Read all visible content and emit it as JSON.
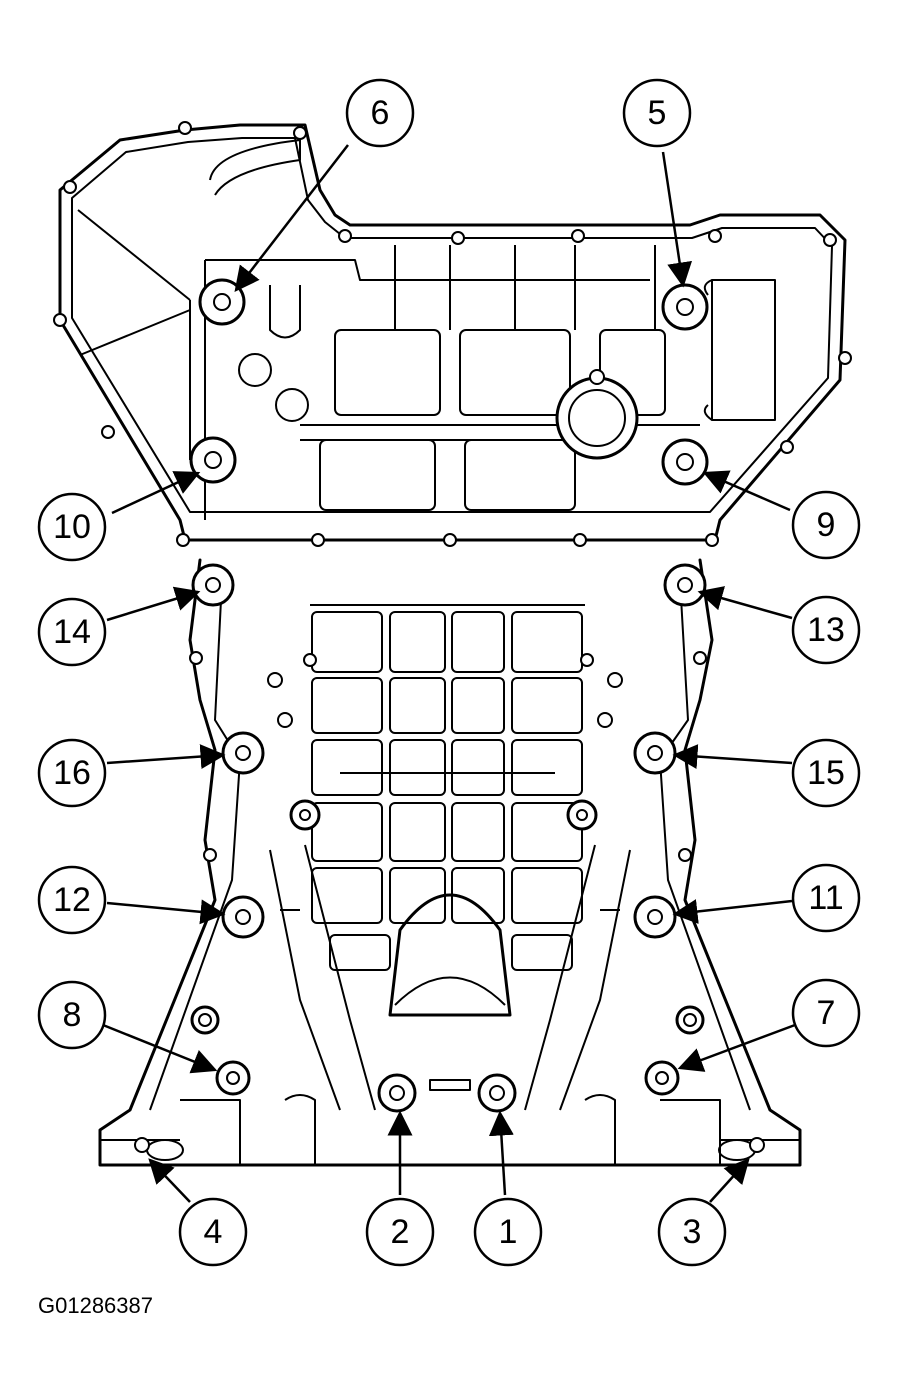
{
  "figure_id": "G01286387",
  "callouts": [
    {
      "label": "1"
    },
    {
      "label": "2"
    },
    {
      "label": "3"
    },
    {
      "label": "4"
    },
    {
      "label": "5"
    },
    {
      "label": "6"
    },
    {
      "label": "7"
    },
    {
      "label": "8"
    },
    {
      "label": "9"
    },
    {
      "label": "10"
    },
    {
      "label": "11"
    },
    {
      "label": "12"
    },
    {
      "label": "13"
    },
    {
      "label": "14"
    },
    {
      "label": "15"
    },
    {
      "label": "16"
    }
  ]
}
